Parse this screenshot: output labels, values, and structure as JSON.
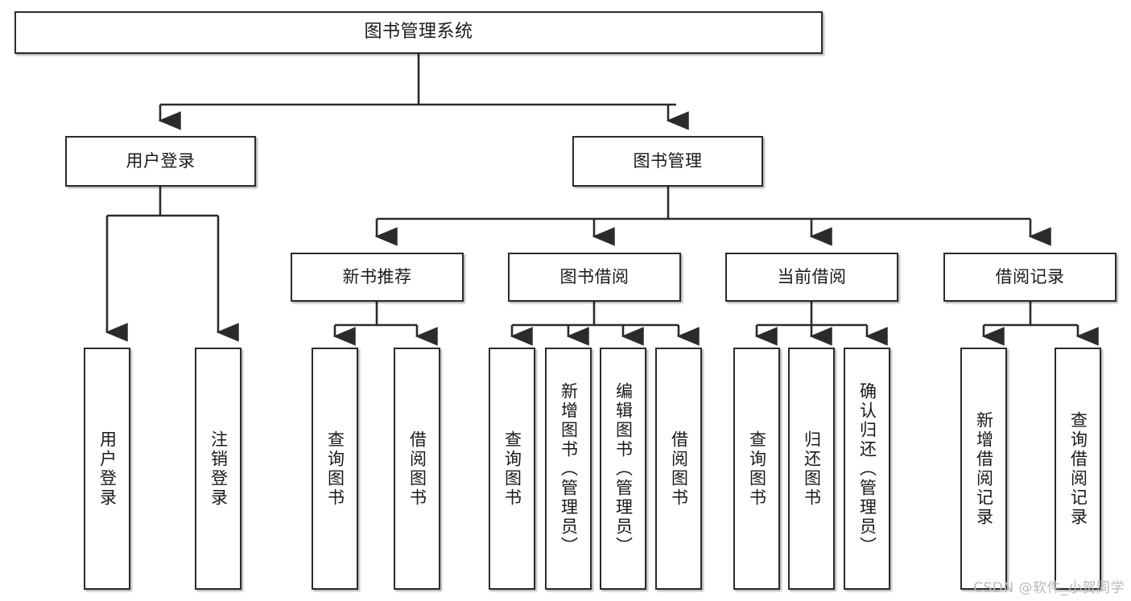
{
  "diagram": {
    "title": "图书管理系统",
    "type": "功能结构图",
    "watermark": "CSDN @软件_小贺同学",
    "colors": {
      "box_border": "#2b2b2b",
      "box_fill": "#ffffff",
      "connector": "#2b2b2b",
      "text": "#1a1a1a",
      "watermark": "#b9b9b9"
    },
    "root": {
      "id": "root",
      "label": "图书管理系统",
      "level": 0
    },
    "level1": [
      {
        "id": "user-login",
        "label": "用户登录"
      },
      {
        "id": "book-manage",
        "label": "图书管理"
      }
    ],
    "level2": [
      {
        "id": "new-book-rec",
        "label": "新书推荐",
        "parent": "book-manage"
      },
      {
        "id": "book-borrow",
        "label": "图书借阅",
        "parent": "book-manage"
      },
      {
        "id": "current-borrow",
        "label": "当前借阅",
        "parent": "book-manage"
      },
      {
        "id": "borrow-record",
        "label": "借阅记录",
        "parent": "book-manage"
      }
    ],
    "leaves": [
      {
        "id": "leaf-user-login",
        "label": "用户登录",
        "parent": "user-login"
      },
      {
        "id": "leaf-user-logout",
        "label": "注销登录",
        "parent": "user-login"
      },
      {
        "id": "leaf-query-book-1",
        "label": "查询图书",
        "parent": "new-book-rec"
      },
      {
        "id": "leaf-borrow-book-1",
        "label": "借阅图书",
        "parent": "new-book-rec"
      },
      {
        "id": "leaf-query-book-2",
        "label": "查询图书",
        "parent": "book-borrow"
      },
      {
        "id": "leaf-add-book",
        "label": "新增图书（管理员）",
        "parent": "book-borrow"
      },
      {
        "id": "leaf-edit-book",
        "label": "编辑图书（管理员）",
        "parent": "book-borrow"
      },
      {
        "id": "leaf-borrow-book-2",
        "label": "借阅图书",
        "parent": "book-borrow"
      },
      {
        "id": "leaf-query-book-3",
        "label": "查询图书",
        "parent": "current-borrow"
      },
      {
        "id": "leaf-return-book",
        "label": "归还图书",
        "parent": "current-borrow"
      },
      {
        "id": "leaf-confirm-return",
        "label": "确认归还（管理员）",
        "parent": "current-borrow"
      },
      {
        "id": "leaf-add-record",
        "label": "新增借阅记录",
        "parent": "borrow-record"
      },
      {
        "id": "leaf-query-record",
        "label": "查询借阅记录",
        "parent": "borrow-record"
      }
    ]
  }
}
